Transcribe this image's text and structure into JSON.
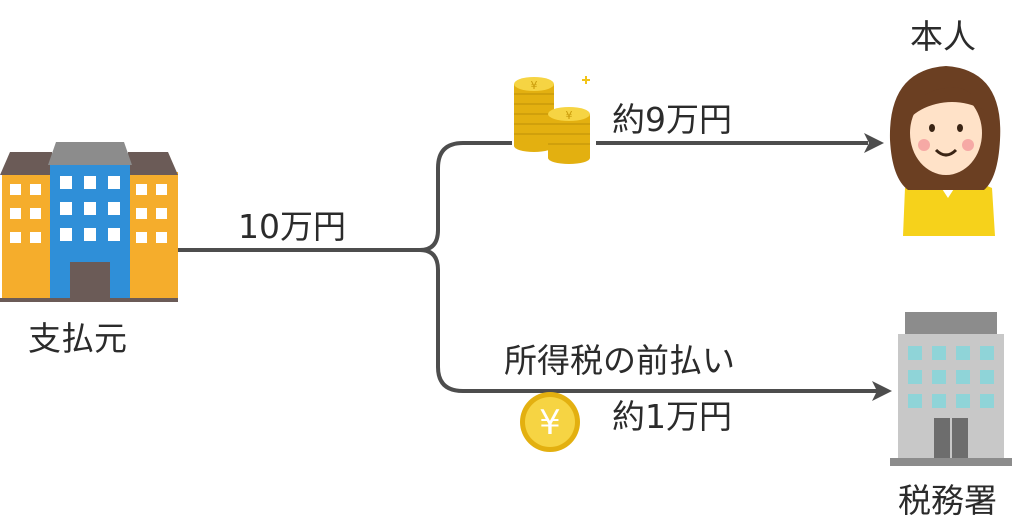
{
  "nodes": {
    "payer": {
      "label": "支払元"
    },
    "person": {
      "label": "本人"
    },
    "tax_office": {
      "label": "税務署"
    }
  },
  "flows": {
    "total": {
      "amount": "10万円"
    },
    "to_person": {
      "amount": "約9万円"
    },
    "to_tax": {
      "title": "所得税の前払い",
      "amount": "約1万円"
    }
  },
  "icons": {
    "payer": "office-building-icon",
    "person": "woman-avatar-icon",
    "tax_office": "government-building-icon",
    "coins": "yen-coin-stack-icon",
    "coin": "yen-coin-icon"
  },
  "colors": {
    "line": "#4d4d4d",
    "building_blue": "#2f8fd8",
    "building_orange": "#f5ad2c",
    "building_roof": "#6b5b57",
    "coin_gold": "#f2c418",
    "tax_building_gray": "#c8c8c8",
    "person_yellow": "#f6d21b",
    "person_hair": "#6b3f22"
  }
}
